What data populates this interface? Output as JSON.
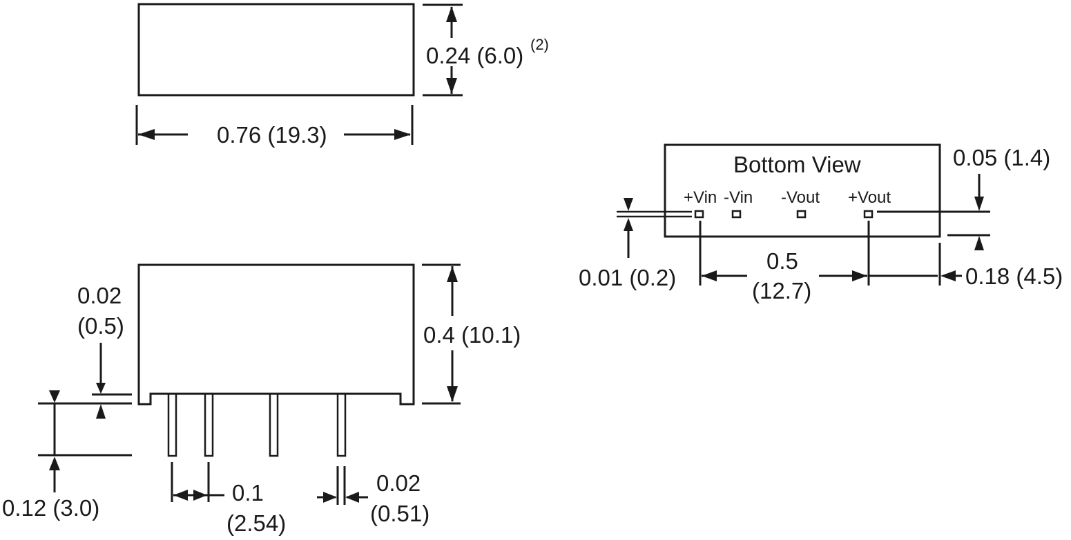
{
  "diagram": {
    "top_view": {
      "height_label": "0.24 (6.0)",
      "height_footnote": "(2)",
      "width_label": "0.76 (19.3)"
    },
    "side_view": {
      "standoff_label_line1": "0.02",
      "standoff_label_line2": "(0.5)",
      "height_label": "0.4 (10.1)",
      "pin_length_label": "0.12 (3.0)",
      "pin_pitch_line1": "0.1",
      "pin_pitch_line2": "(2.54)",
      "pin_width_line1": "0.02",
      "pin_width_line2": "(0.51)"
    },
    "bottom_view": {
      "title": "Bottom View",
      "pins": [
        "+Vin",
        "-Vin",
        "-Vout",
        "+Vout"
      ],
      "pin_offset_label": "0.05 (1.4)",
      "pin_tolerance_label": "0.01 (0.2)",
      "pin_span_line1": "0.5",
      "pin_span_line2": "(12.7)",
      "edge_offset_label": "0.18 (4.5)"
    }
  }
}
